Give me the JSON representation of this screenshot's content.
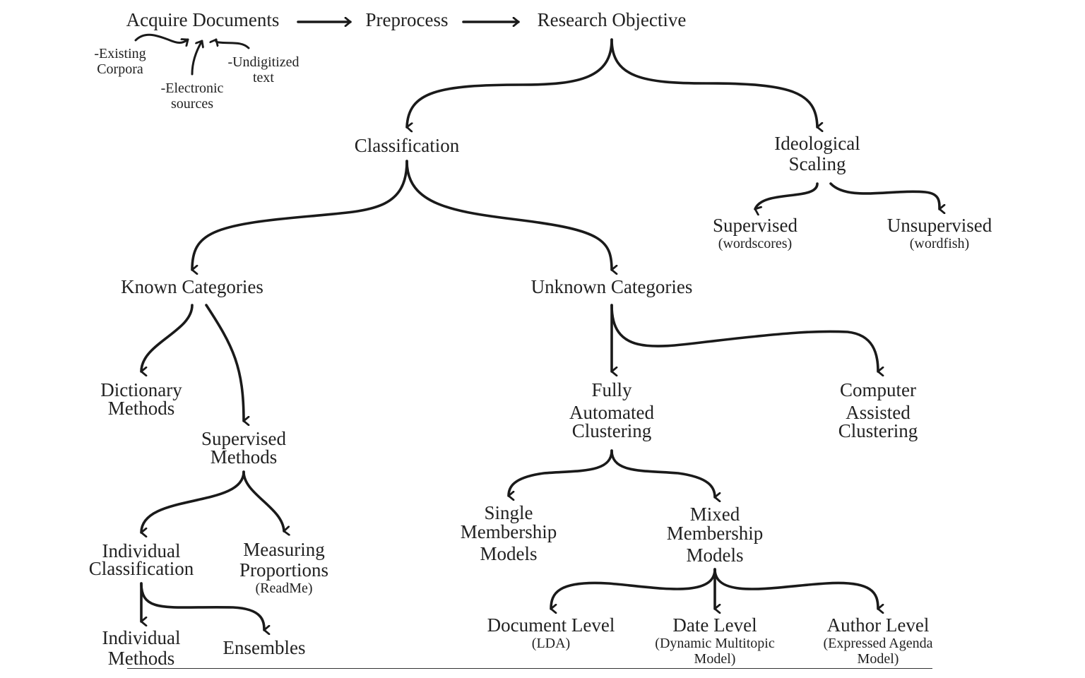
{
  "diagram": {
    "type": "flow-tree",
    "pipeline": [
      "Acquire Documents",
      "Preprocess",
      "Research Objective"
    ],
    "sources": [
      "-Existing Corpora",
      "-Electronic sources",
      "-Undigitized text"
    ],
    "nodes": {
      "acquire": {
        "lines": [
          "Acquire Documents"
        ]
      },
      "preprocess": {
        "lines": [
          "Preprocess"
        ]
      },
      "research": {
        "lines": [
          "Research Objective"
        ]
      },
      "classification": {
        "lines": [
          "Classification"
        ]
      },
      "ideological": {
        "lines": [
          "Ideological",
          "Scaling"
        ]
      },
      "ideo_supervised": {
        "lines": [
          "Supervised"
        ],
        "sub": [
          "(wordscores)"
        ]
      },
      "ideo_unsupervised": {
        "lines": [
          "Unsupervised"
        ],
        "sub": [
          "(wordfish)"
        ]
      },
      "known": {
        "lines": [
          "Known Categories"
        ]
      },
      "unknown": {
        "lines": [
          "Unknown Categories"
        ]
      },
      "dictionary": {
        "lines": [
          "Dictionary",
          "Methods"
        ]
      },
      "supervised_methods": {
        "lines": [
          "Supervised",
          "Methods"
        ]
      },
      "individual_classification": {
        "lines": [
          "Individual",
          "Classification"
        ]
      },
      "measuring": {
        "lines": [
          "Measuring",
          "Proportions"
        ],
        "sub": [
          "(ReadMe)"
        ]
      },
      "individual_methods": {
        "lines": [
          "Individual",
          "Methods"
        ]
      },
      "ensembles": {
        "lines": [
          "Ensembles"
        ]
      },
      "fully_automated": {
        "lines": [
          "Fully",
          "Automated",
          "Clustering"
        ]
      },
      "computer_assisted": {
        "lines": [
          "Computer",
          "Assisted",
          "Clustering"
        ]
      },
      "single_membership": {
        "lines": [
          "Single",
          "Membership",
          "Models"
        ]
      },
      "mixed_membership": {
        "lines": [
          "Mixed",
          "Membership",
          "Models"
        ]
      },
      "document_level": {
        "lines": [
          "Document Level"
        ],
        "sub": [
          "(LDA)"
        ]
      },
      "date_level": {
        "lines": [
          "Date Level"
        ],
        "sub": [
          "(Dynamic Multitopic",
          "Model)"
        ]
      },
      "author_level": {
        "lines": [
          "Author Level"
        ],
        "sub": [
          "(Expressed Agenda",
          "Model)"
        ]
      }
    },
    "notes": {
      "existing": [
        "-Existing",
        "Corpora"
      ],
      "electronic": [
        "-Electronic",
        "sources"
      ],
      "undigitized": [
        "-Undigitized",
        "text"
      ]
    },
    "edges": [
      [
        "acquire",
        "preprocess"
      ],
      [
        "preprocess",
        "research"
      ],
      [
        "research",
        "classification"
      ],
      [
        "research",
        "ideological"
      ],
      [
        "ideological",
        "ideo_supervised"
      ],
      [
        "ideological",
        "ideo_unsupervised"
      ],
      [
        "classification",
        "known"
      ],
      [
        "classification",
        "unknown"
      ],
      [
        "known",
        "dictionary"
      ],
      [
        "known",
        "supervised_methods"
      ],
      [
        "supervised_methods",
        "individual_classification"
      ],
      [
        "supervised_methods",
        "measuring"
      ],
      [
        "individual_classification",
        "individual_methods"
      ],
      [
        "individual_classification",
        "ensembles"
      ],
      [
        "unknown",
        "fully_automated"
      ],
      [
        "unknown",
        "computer_assisted"
      ],
      [
        "fully_automated",
        "single_membership"
      ],
      [
        "fully_automated",
        "mixed_membership"
      ],
      [
        "mixed_membership",
        "document_level"
      ],
      [
        "mixed_membership",
        "date_level"
      ],
      [
        "mixed_membership",
        "author_level"
      ]
    ],
    "colors": {
      "ink": "#1a1a1a",
      "background": "#ffffff"
    }
  }
}
